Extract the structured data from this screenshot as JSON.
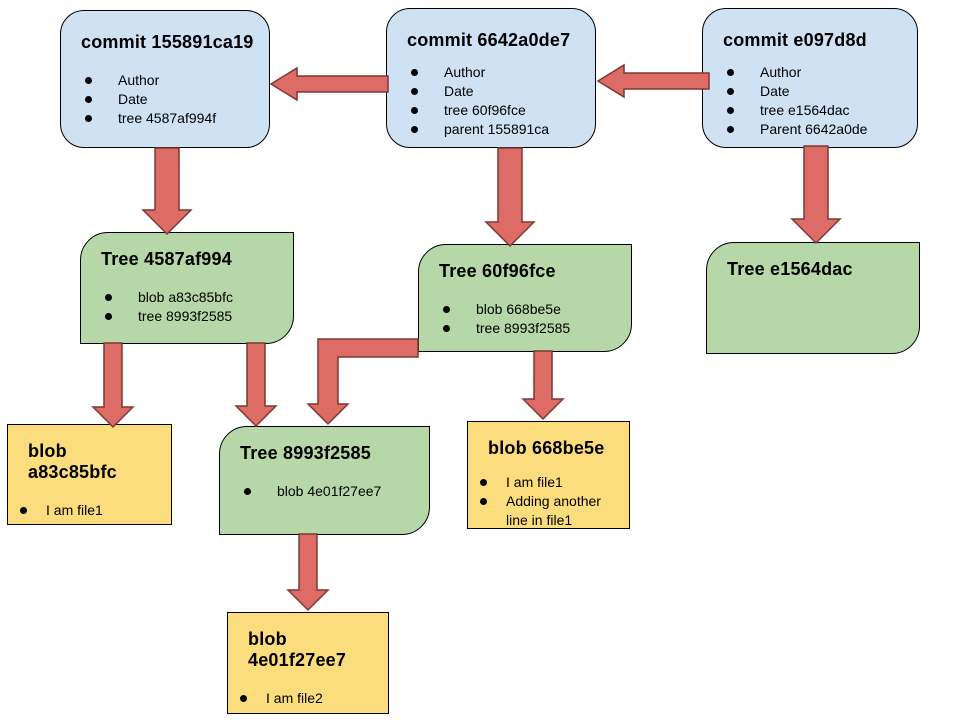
{
  "colors": {
    "commit_fill": "#cfe2f3",
    "tree_fill": "#b6d7a8",
    "blob_fill": "#fcdd7e",
    "arrow_fill": "#dd6c66",
    "arrow_stroke": "#7f3733",
    "border": "#000000"
  },
  "nodes": {
    "commit1": {
      "title": "commit 155891ca19",
      "items": [
        "Author",
        "Date",
        "tree 4587af994f"
      ]
    },
    "commit2": {
      "title": "commit 6642a0de7",
      "items": [
        "Author",
        "Date",
        "tree 60f96fce",
        "parent 155891ca"
      ]
    },
    "commit3": {
      "title": "commit e097d8d",
      "items": [
        "Author",
        "Date",
        "tree e1564dac",
        "Parent 6642a0de"
      ]
    },
    "tree1": {
      "title": "Tree 4587af994",
      "items": [
        "blob a83c85bfc",
        "tree 8993f2585"
      ]
    },
    "tree2": {
      "title": "Tree 60f96fce",
      "items": [
        "blob 668be5e",
        "tree 8993f2585"
      ]
    },
    "tree3": {
      "title": "Tree e1564dac",
      "items": []
    },
    "tree4": {
      "title": "Tree 8993f2585",
      "items": [
        "blob 4e01f27ee7"
      ]
    },
    "blob1": {
      "title": "blob a83c85bfc",
      "items": [
        "I am file1"
      ]
    },
    "blob2": {
      "title": "blob 668be5e",
      "items": [
        "I am file1",
        "Adding another line in file1"
      ]
    },
    "blob3": {
      "title": "blob 4e01f27ee7",
      "items": [
        "I am file2"
      ]
    }
  },
  "edges": [
    {
      "from": "commit 6642a0de7",
      "to": "commit 155891ca19"
    },
    {
      "from": "commit e097d8d",
      "to": "commit 6642a0de7"
    },
    {
      "from": "commit 155891ca19",
      "to": "Tree 4587af994"
    },
    {
      "from": "commit 6642a0de7",
      "to": "Tree 60f96fce"
    },
    {
      "from": "commit e097d8d",
      "to": "Tree e1564dac"
    },
    {
      "from": "Tree 4587af994",
      "to": "blob a83c85bfc"
    },
    {
      "from": "Tree 4587af994",
      "to": "Tree 8993f2585"
    },
    {
      "from": "Tree 60f96fce",
      "to": "Tree 8993f2585"
    },
    {
      "from": "Tree 60f96fce",
      "to": "blob 668be5e"
    },
    {
      "from": "Tree 8993f2585",
      "to": "blob 4e01f27ee7"
    }
  ]
}
